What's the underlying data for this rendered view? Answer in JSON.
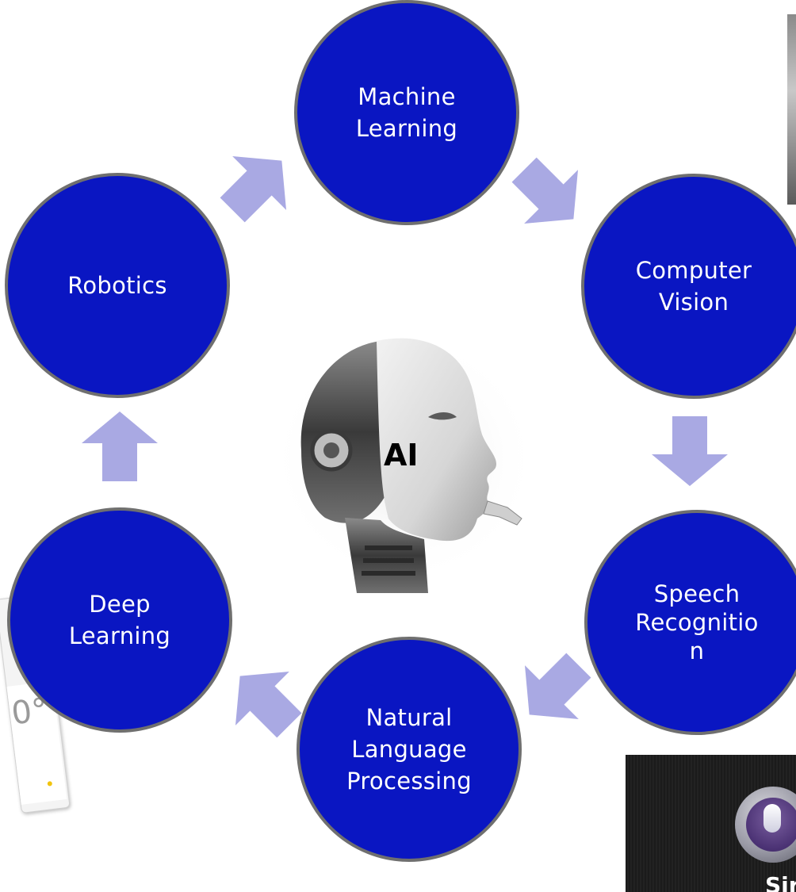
{
  "center": {
    "label": "AI"
  },
  "nodes": [
    {
      "id": "ml",
      "label": "Machine\nLearning"
    },
    {
      "id": "cv",
      "label": "Computer\nVision"
    },
    {
      "id": "sr",
      "label": "Speech\nRecognitio\nn"
    },
    {
      "id": "nlp",
      "label": "Natural\nLanguage\nProcessing"
    },
    {
      "id": "dl",
      "label": "Deep\nLearning"
    },
    {
      "id": "rob",
      "label": "Robotics"
    }
  ],
  "photos": {
    "siri_text": "Siri",
    "thermostat_digit": "0°"
  },
  "colors": {
    "node_fill": "#0a16c2",
    "node_border": "#6f6f6f",
    "node_text": "#ffffff",
    "arrow": "#a9a9e3",
    "center_text": "#000000"
  }
}
